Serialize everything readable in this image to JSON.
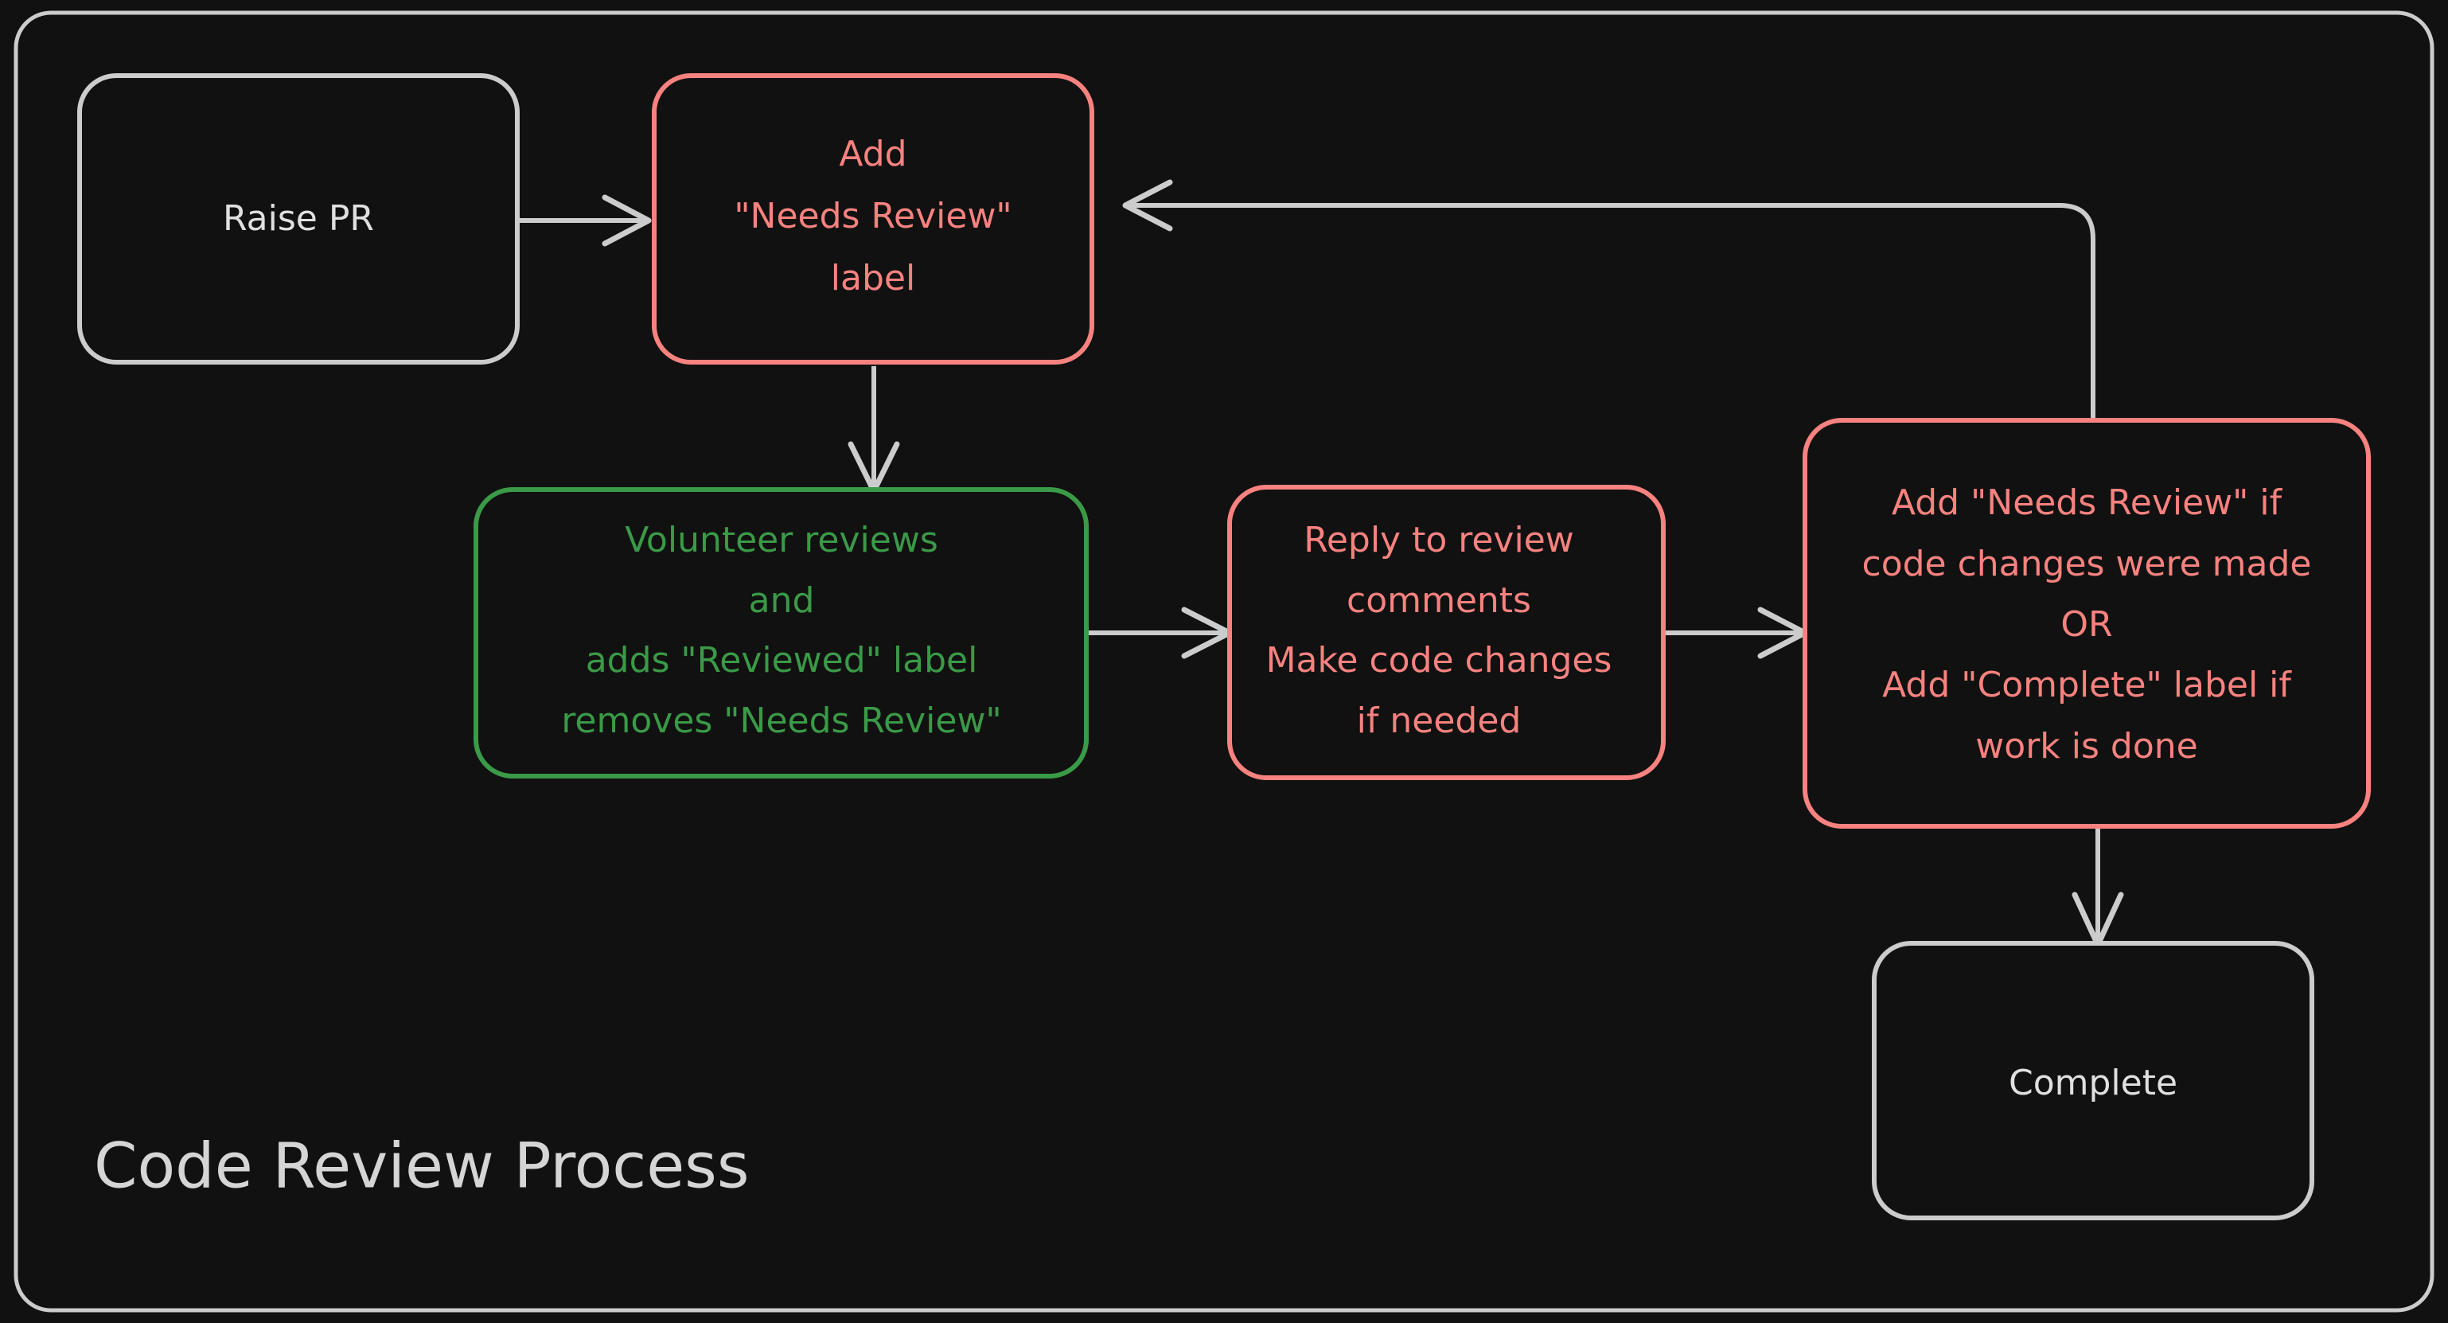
{
  "diagram": {
    "title": "Code Review Process",
    "colors": {
      "background": "#111111",
      "neutral": "#cccccc",
      "red": "#f8827f",
      "green": "#3a9a47",
      "edge": "#cccccc"
    },
    "nodes": [
      {
        "id": "raise-pr",
        "style": "neutral",
        "lines": [
          "Raise PR"
        ]
      },
      {
        "id": "add-needs-review-label",
        "style": "red",
        "lines": [
          "Add",
          "\"Needs Review\"",
          "label"
        ]
      },
      {
        "id": "volunteer-reviews",
        "style": "green",
        "lines": [
          "Volunteer reviews",
          "and",
          "adds \"Reviewed\" label",
          "removes \"Needs Review\""
        ]
      },
      {
        "id": "reply-to-review",
        "style": "red",
        "lines": [
          "Reply to review",
          "comments",
          "Make code changes",
          "if needed"
        ]
      },
      {
        "id": "relabel-decision",
        "style": "red",
        "lines": [
          "Add \"Needs Review\" if",
          "code changes were made",
          "OR",
          "Add \"Complete\" label if",
          "work is done"
        ]
      },
      {
        "id": "complete",
        "style": "neutral",
        "lines": [
          "Complete"
        ]
      }
    ],
    "edges": [
      {
        "id": "edge-raise-pr-to-add-label",
        "from": "raise-pr",
        "to": "add-needs-review-label"
      },
      {
        "id": "edge-add-label-to-volunteer",
        "from": "add-needs-review-label",
        "to": "volunteer-reviews"
      },
      {
        "id": "edge-volunteer-to-reply",
        "from": "volunteer-reviews",
        "to": "reply-to-review"
      },
      {
        "id": "edge-reply-to-relabel",
        "from": "reply-to-review",
        "to": "relabel-decision"
      },
      {
        "id": "edge-relabel-to-complete",
        "from": "relabel-decision",
        "to": "complete"
      },
      {
        "id": "edge-relabel-back-to-add-label",
        "from": "relabel-decision",
        "to": "add-needs-review-label"
      }
    ]
  }
}
